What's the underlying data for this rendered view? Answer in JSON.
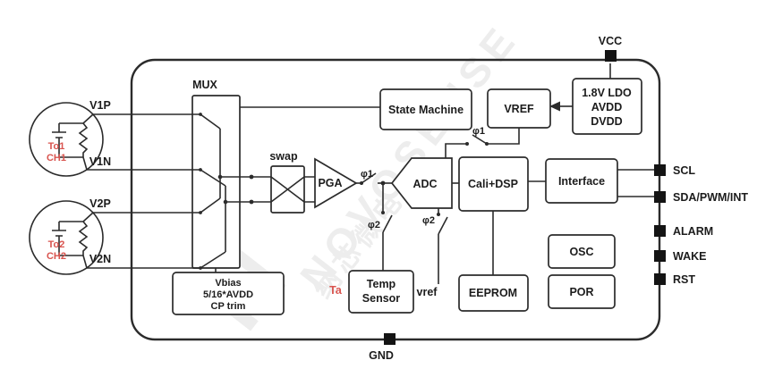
{
  "colors": {
    "line": "#2b2b2b",
    "red": "#d9544f",
    "watermark": "#ededed"
  },
  "pins": {
    "vcc": "VCC",
    "gnd": "GND",
    "scl": "SCL",
    "sda_pwm_int": "SDA/PWM/INT",
    "alarm": "ALARM",
    "wake": "WAKE",
    "rst": "RST"
  },
  "inputs": {
    "v1p": "V1P",
    "v1n": "V1N",
    "v2p": "V2P",
    "v2n": "V2N"
  },
  "sensors": {
    "sensor1": {
      "name": "To1",
      "channel": "CH1"
    },
    "sensor2": {
      "name": "To2",
      "channel": "CH2"
    }
  },
  "blocks": {
    "mux": "MUX",
    "swap": "swap",
    "pga": "PGA",
    "adc": "ADC",
    "state_machine": "State Machine",
    "vref": "VREF",
    "ldo_line1": "1.8V LDO",
    "ldo_line2": "AVDD",
    "ldo_line3": "DVDD",
    "cali_dsp": "Cali+DSP",
    "interface": "Interface",
    "osc": "OSC",
    "por": "POR",
    "eeprom": "EEPROM",
    "temp_line1": "Temp",
    "temp_line2": "Sensor",
    "vbias_line1": "Vbias",
    "vbias_line2": "5/16*AVDD",
    "vbias_line3": "CP trim"
  },
  "signals": {
    "phi1_a": "φ1",
    "phi1_b": "φ1",
    "phi2_a": "φ2",
    "phi2_b": "φ2",
    "ta": "Ta",
    "vref_node": "vref"
  },
  "watermark": {
    "text": "NOVOSENSE",
    "text_cn": "纳芯微电子",
    "letter": "N"
  }
}
